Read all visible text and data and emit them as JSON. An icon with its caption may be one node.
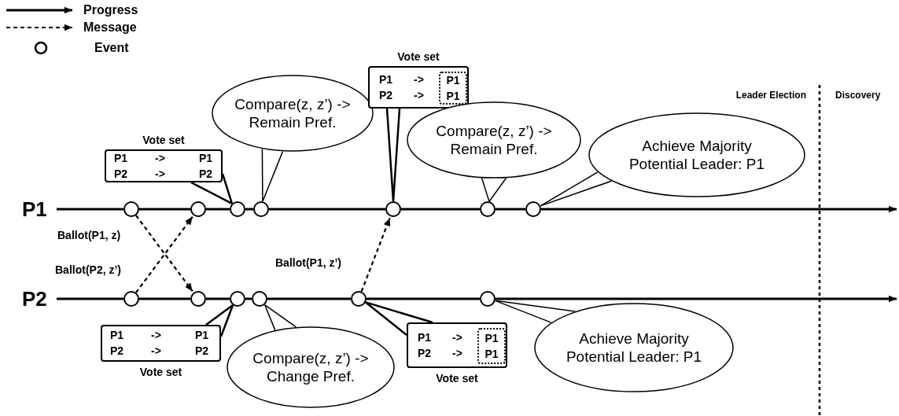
{
  "diagram": {
    "nodes": [
      {
        "text": [
          "P1"
        ]
      },
      {
        "text": [
          "P2"
        ]
      },
      {
        "text": [],
        "shape": "circle"
      },
      {
        "text": [],
        "shape": "circle"
      },
      {
        "text": [],
        "shape": "circle"
      },
      {
        "text": [],
        "shape": "circle"
      },
      {
        "text": [],
        "shape": "circle"
      },
      {
        "text": [],
        "shape": "circle"
      },
      {
        "text": [],
        "shape": "circle"
      },
      {
        "text": [],
        "shape": "circle"
      },
      {
        "text": [],
        "shape": "circle"
      },
      {
        "text": [],
        "shape": "circle"
      },
      {
        "text": [],
        "shape": "circle"
      },
      {
        "text": [],
        "shape": "circle"
      },
      {
        "text": [],
        "shape": "circle"
      },
      {
        "text": [
          "Vote set",
          "P1",
          "->",
          "P1",
          "P2",
          "->",
          "P2"
        ]
      },
      {
        "text": [
          "Compare(z, z’) -> Remain Pref."
        ]
      },
      {
        "text": [
          "Vote set",
          "P1",
          "->",
          "P2",
          "->"
        ]
      },
      {
        "text": [
          "P1",
          "P1"
        ],
        "in": 17
      },
      {
        "text": [
          "Compare(z, z’) -> Remain Pref."
        ]
      },
      {
        "text": [
          "Achieve Majority Potential Leader: P1"
        ]
      },
      {
        "text": [
          "Vote set",
          "P1",
          "->",
          "P1",
          "P2",
          "->",
          "P2"
        ]
      },
      {
        "text": [
          "Compare(z, z’) -> Change Pref."
        ]
      },
      {
        "text": [
          "Vote set",
          "P1",
          "->",
          "P2",
          "->"
        ]
      },
      {
        "text": [
          "P1",
          "P1"
        ],
        "in": 23
      },
      {
        "text": [
          "Achieve Majority Potential Leader: P1"
        ]
      }
    ],
    "edges": [
      {
        "from": 0,
        "to": 2,
        "arrow": "none"
      },
      {
        "from": 2,
        "to": 3,
        "arrow": "none"
      },
      {
        "from": 3,
        "to": 4,
        "arrow": "none"
      },
      {
        "from": 4,
        "to": 5,
        "arrow": "none"
      },
      {
        "from": 5,
        "to": 6,
        "arrow": "none"
      },
      {
        "from": 6,
        "to": 7,
        "arrow": "none"
      },
      {
        "from": 7,
        "to": 8,
        "arrow": "none"
      },
      {
        "from": 8,
        "to": null,
        "arrow": "to"
      },
      {
        "from": 1,
        "to": 9,
        "arrow": "none"
      },
      {
        "from": 9,
        "to": 10,
        "arrow": "none"
      },
      {
        "from": 10,
        "to": 11,
        "arrow": "none"
      },
      {
        "from": 11,
        "to": 12,
        "arrow": "none"
      },
      {
        "from": 12,
        "to": 13,
        "arrow": "none"
      },
      {
        "from": 13,
        "to": 14,
        "arrow": "none"
      },
      {
        "from": 14,
        "to": null,
        "arrow": "to"
      },
      {
        "from": 2,
        "to": 10,
        "arrow": "to",
        "style": "dashed",
        "label": "Ballot(P1, z)"
      },
      {
        "from": 9,
        "to": 3,
        "arrow": "to",
        "style": "dashed",
        "label": "Ballot(P2, z’)"
      },
      {
        "from": 13,
        "to": 6,
        "arrow": "to",
        "style": "dashed",
        "label": "Ballot(P1, z’)"
      },
      {
        "from": 15,
        "to": 4,
        "arrow": "none"
      },
      {
        "from": 16,
        "to": 5,
        "arrow": "none"
      },
      {
        "from": 17,
        "to": 6,
        "arrow": "none"
      },
      {
        "from": 19,
        "to": 7,
        "arrow": "none"
      },
      {
        "from": 20,
        "to": 8,
        "arrow": "none"
      },
      {
        "from": 21,
        "to": 11,
        "arrow": "none"
      },
      {
        "from": 22,
        "to": 12,
        "arrow": "none"
      },
      {
        "from": 23,
        "to": 13,
        "arrow": "none"
      },
      {
        "from": 25,
        "to": 14,
        "arrow": "none"
      }
    ],
    "labels": [
      "Leader Election",
      "Discovery"
    ],
    "legend": [
      {
        "text": "Progress"
      },
      {
        "text": "Message"
      },
      {
        "text": "Event"
      }
    ]
  }
}
